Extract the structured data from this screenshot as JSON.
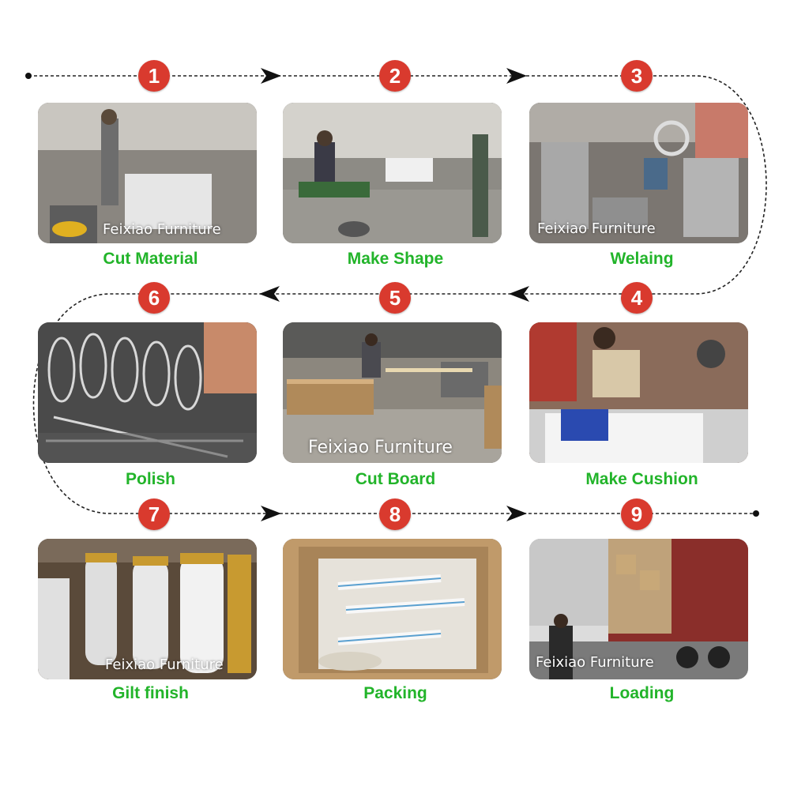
{
  "accent_color": "#d93a2e",
  "caption_color": "#22b42a",
  "steps": [
    {
      "number": "1",
      "label": "Cut Material",
      "watermark": "Feixiao Furniture",
      "icon": "cutting-workshop-photo"
    },
    {
      "number": "2",
      "label": "Make Shape",
      "watermark": "",
      "icon": "bending-workshop-photo"
    },
    {
      "number": "3",
      "label": "Welaing",
      "watermark": "Feixiao Furniture",
      "icon": "welding-workshop-photo"
    },
    {
      "number": "4",
      "label": "Make Cushion",
      "watermark": "",
      "icon": "cushion-workshop-photo"
    },
    {
      "number": "5",
      "label": "Cut Board",
      "watermark": "Feixiao Furniture",
      "icon": "board-workshop-photo"
    },
    {
      "number": "6",
      "label": "Polish",
      "watermark": "",
      "icon": "polished-frames-photo"
    },
    {
      "number": "7",
      "label": "Gilt finish",
      "watermark": "Feixiao Furniture",
      "icon": "gilt-chairs-photo"
    },
    {
      "number": "8",
      "label": "Packing",
      "watermark": "",
      "icon": "packed-box-photo"
    },
    {
      "number": "9",
      "label": "Loading",
      "watermark": "Feixiao Furniture",
      "icon": "container-loading-photo"
    }
  ]
}
